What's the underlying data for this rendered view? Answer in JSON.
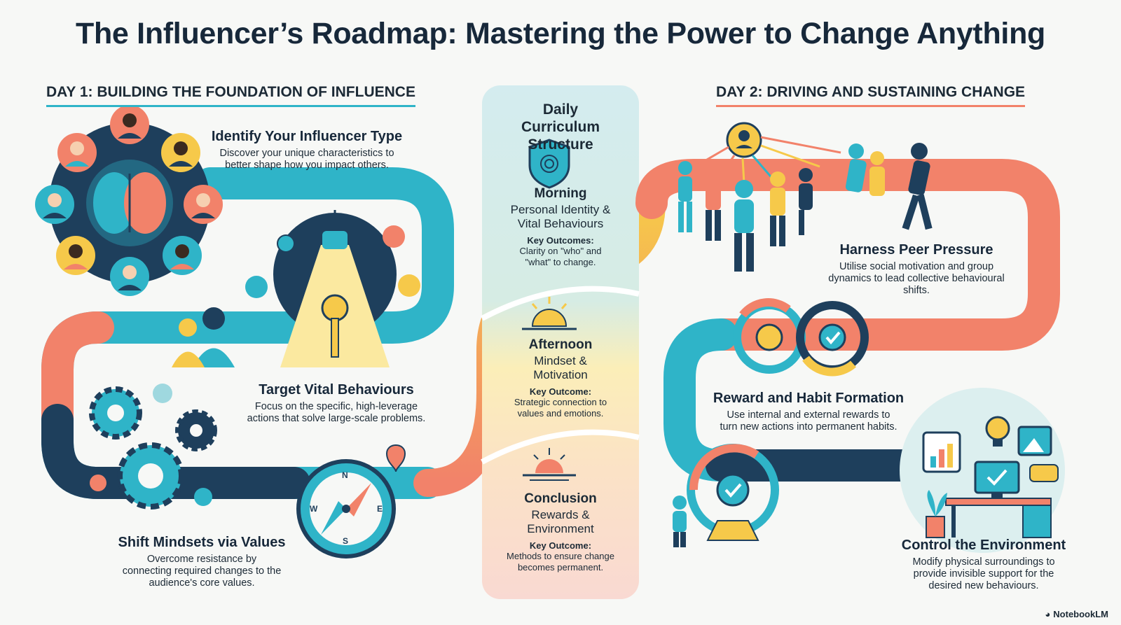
{
  "title": "The Influencer’s Roadmap: Mastering the Power to Change Anything",
  "day1": {
    "heading": "DAY 1: BUILDING THE FOUNDATION OF INFLUENCE",
    "items": [
      {
        "title": "Identify Your Influencer Type",
        "desc": "Discover your unique characteristics to better shape how you impact others."
      },
      {
        "title": "Target Vital Behaviours",
        "desc": "Focus on the specific, high-leverage actions that solve large-scale problems."
      },
      {
        "title": "Shift Mindsets via Values",
        "desc": "Overcome resistance by connecting required changes to the audience's core values."
      }
    ]
  },
  "curriculum": {
    "title": "Daily Curriculum Structure",
    "sessions": [
      {
        "name": "Morning",
        "topic": "Personal Identity & Vital Behaviours",
        "ko_label": "Key Outcomes:",
        "ko": "Clarity on \"who\" and \"what\" to change."
      },
      {
        "name": "Afternoon",
        "topic": "Mindset & Motivation",
        "ko_label": "Key Outcome:",
        "ko": "Strategic connection to values and emotions."
      },
      {
        "name": "Conclusion",
        "topic": "Rewards & Environment",
        "ko_label": "Key Outcome:",
        "ko": "Methods to ensure change becomes permanent."
      }
    ]
  },
  "day2": {
    "heading": "DAY 2: DRIVING AND SUSTAINING CHANGE",
    "items": [
      {
        "title": "Harness Peer Pressure",
        "desc": "Utilise social motivation and group dynamics to lead collective behavioural shifts."
      },
      {
        "title": "Reward and Habit Formation",
        "desc": "Use internal and external rewards to turn new actions into permanent habits."
      },
      {
        "title": "Control the Environment",
        "desc": "Modify physical surroundings to provide invisible support for the desired new behaviours."
      }
    ]
  },
  "compass_letters": {
    "n": "N",
    "s": "S",
    "e": "E",
    "w": "W"
  },
  "brand": "NotebookLM",
  "colors": {
    "teal": "#2fb4c8",
    "navy": "#1e3f5c",
    "coral": "#f2826a",
    "yellow": "#f6c94a",
    "panel_blue": "#d4ecef",
    "panel_yellow": "#fbeeb8",
    "panel_pink": "#f9d9d2"
  }
}
